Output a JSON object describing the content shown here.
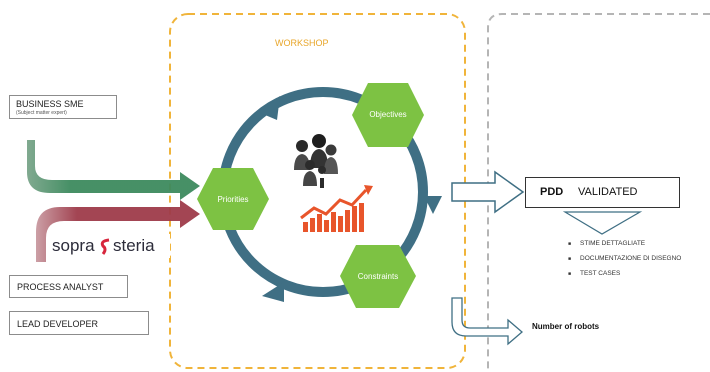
{
  "workshop": {
    "title": "WORKSHOP"
  },
  "roles": {
    "business_sme": "BUSINESS SME",
    "business_sme_sub": "(Subject matter expert)",
    "process_analyst": "PROCESS ANALYST",
    "lead_developer": "LEAD DEVELOPER"
  },
  "logo": {
    "text": "sopra steria"
  },
  "cycle": {
    "objectives": "Objectives",
    "priorities": "Priorities",
    "constraints": "Constraints"
  },
  "output": {
    "pdd": "PDD",
    "validated": "VALIDATED",
    "bullets": [
      "STIME DETTAGLIATE",
      "DOCUMENTAZIONE DI DISEGNO",
      "TEST CASES"
    ],
    "robots": "Number of robots"
  },
  "colors": {
    "workshop_border": "#f0b43a",
    "workshop_title": "#e8a62a",
    "hexagon": "#7dc243",
    "cycle_arrow": "#3f6f84",
    "green_arrow": "#3d8a5e",
    "red_arrow": "#9e3b4a",
    "logo_red": "#d7263d",
    "chart_orange": "#e8552b"
  }
}
